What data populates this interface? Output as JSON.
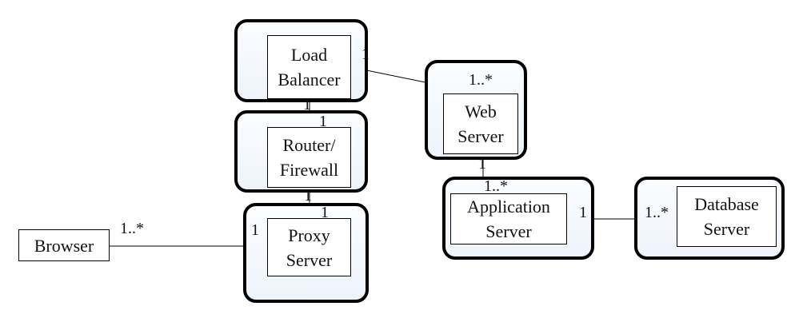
{
  "diagram": {
    "components": {
      "browser": {
        "lines": [
          "Browser"
        ]
      },
      "load_balancer": {
        "lines": [
          "Load",
          "Balancer"
        ]
      },
      "router_firewall": {
        "lines": [
          "Router/",
          "Firewall"
        ]
      },
      "proxy_server": {
        "lines": [
          "Proxy",
          "Server"
        ]
      },
      "web_server": {
        "lines": [
          "Web",
          "Server"
        ]
      },
      "application_server": {
        "lines": [
          "Application",
          "Server"
        ]
      },
      "database_server": {
        "lines": [
          "Database",
          "Server"
        ]
      }
    },
    "connections": [
      {
        "from": "browser",
        "to": "proxy_server",
        "from_mult": "1..*",
        "to_mult": "1"
      },
      {
        "from": "proxy_server",
        "to": "router_firewall",
        "from_mult": "1",
        "to_mult": "1"
      },
      {
        "from": "router_firewall",
        "to": "load_balancer",
        "from_mult": "1",
        "to_mult": "1"
      },
      {
        "from": "load_balancer",
        "to": "web_server",
        "from_mult": "1",
        "to_mult": "1..*"
      },
      {
        "from": "web_server",
        "to": "application_server",
        "from_mult": "1",
        "to_mult": "1..*"
      },
      {
        "from": "application_server",
        "to": "database_server",
        "from_mult": "1",
        "to_mult": "1..*"
      }
    ]
  }
}
